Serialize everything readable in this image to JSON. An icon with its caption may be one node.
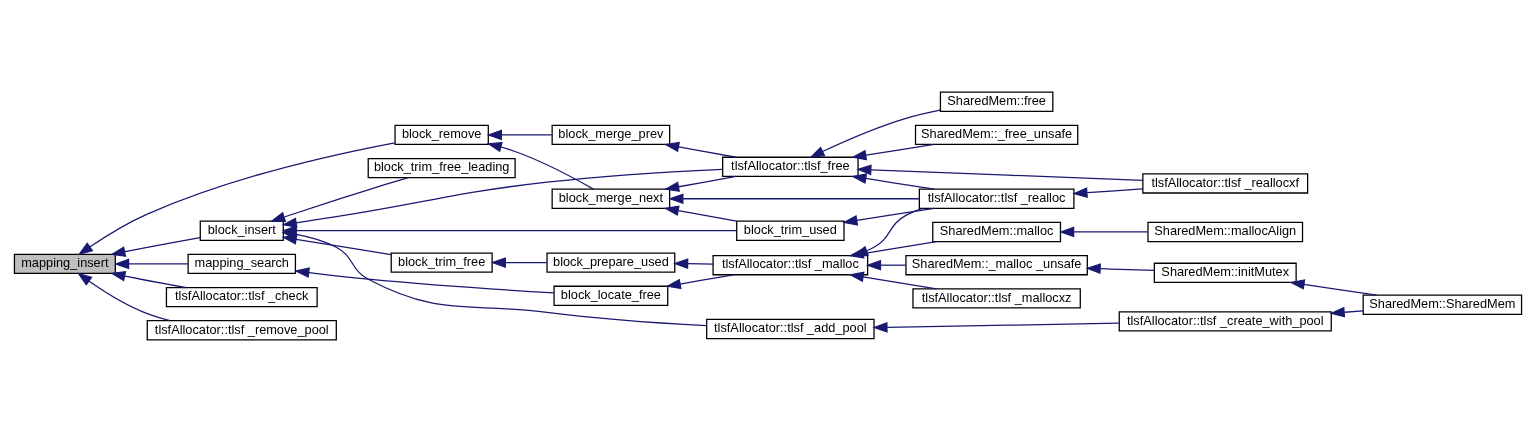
{
  "diagram": {
    "nodes": [
      {
        "text": [
          "mapping_insert"
        ]
      },
      {
        "text": [
          "block_remove"
        ]
      },
      {
        "text": [
          "block_insert"
        ]
      },
      {
        "text": [
          "mapping_search"
        ]
      },
      {
        "text": [
          "tlsfAllocator::tlsf _check"
        ]
      },
      {
        "text": [
          "tlsfAllocator::tlsf _remove_pool"
        ]
      },
      {
        "text": [
          "block_merge_prev"
        ]
      },
      {
        "text": [
          "block_merge_next"
        ]
      },
      {
        "text": [
          "tlsfAllocator::tlsf_free"
        ]
      },
      {
        "text": [
          "block_trim_used"
        ]
      },
      {
        "text": [
          "tlsfAllocator::tlsf _add_pool"
        ]
      },
      {
        "text": [
          "block_trim_free_leading"
        ]
      },
      {
        "text": [
          "block_trim_free"
        ]
      },
      {
        "text": [
          "block_locate_free"
        ]
      },
      {
        "text": [
          "SharedMem::free"
        ]
      },
      {
        "text": [
          "SharedMem::_free_unsafe"
        ]
      },
      {
        "text": [
          "tlsfAllocator::tlsf _realloc"
        ]
      },
      {
        "text": [
          "tlsfAllocator::tlsf _create_with_pool"
        ]
      },
      {
        "text": [
          "block_prepare_used"
        ]
      },
      {
        "text": [
          "tlsfAllocator::tlsf _malloc"
        ]
      },
      {
        "text": [
          "tlsfAllocator::tlsf _reallocxf"
        ]
      },
      {
        "text": [
          "tlsfAllocator::tlsf _mallocxz"
        ]
      },
      {
        "text": [
          "SharedMem::malloc"
        ]
      },
      {
        "text": [
          "SharedMem::_malloc _unsafe"
        ]
      },
      {
        "text": [
          "SharedMem::mallocAlign"
        ]
      },
      {
        "text": [
          "SharedMem::initMutex"
        ]
      },
      {
        "text": [
          "SharedMem::SharedMem"
        ]
      }
    ],
    "edges": [
      {
        "from": 1,
        "to": 0,
        "arrow": "to"
      },
      {
        "from": 2,
        "to": 0,
        "arrow": "to"
      },
      {
        "from": 3,
        "to": 0,
        "arrow": "to"
      },
      {
        "from": 4,
        "to": 0,
        "arrow": "to"
      },
      {
        "from": 5,
        "to": 0,
        "arrow": "to"
      },
      {
        "from": 6,
        "to": 1,
        "arrow": "to"
      },
      {
        "from": 7,
        "to": 1,
        "arrow": "to"
      },
      {
        "from": 8,
        "to": 2,
        "arrow": "to"
      },
      {
        "from": 9,
        "to": 2,
        "arrow": "to"
      },
      {
        "from": 10,
        "to": 2,
        "arrow": "to"
      },
      {
        "from": 11,
        "to": 2,
        "arrow": "to"
      },
      {
        "from": 12,
        "to": 2,
        "arrow": "to"
      },
      {
        "from": 13,
        "to": 3,
        "arrow": "to"
      },
      {
        "from": 8,
        "to": 6,
        "arrow": "to"
      },
      {
        "from": 8,
        "to": 7,
        "arrow": "to"
      },
      {
        "from": 16,
        "to": 7,
        "arrow": "to"
      },
      {
        "from": 9,
        "to": 7,
        "arrow": "to"
      },
      {
        "from": 14,
        "to": 8,
        "arrow": "to"
      },
      {
        "from": 15,
        "to": 8,
        "arrow": "to"
      },
      {
        "from": 16,
        "to": 8,
        "arrow": "to"
      },
      {
        "from": 20,
        "to": 8,
        "arrow": "to"
      },
      {
        "from": 16,
        "to": 9,
        "arrow": "to"
      },
      {
        "from": 17,
        "to": 10,
        "arrow": "to"
      },
      {
        "from": 18,
        "to": 12,
        "arrow": "to"
      },
      {
        "from": 19,
        "to": 18,
        "arrow": "to"
      },
      {
        "from": 19,
        "to": 13,
        "arrow": "to"
      },
      {
        "from": 20,
        "to": 16,
        "arrow": "to"
      },
      {
        "from": 16,
        "to": 19,
        "arrow": "to"
      },
      {
        "from": 26,
        "to": 17,
        "arrow": "to"
      },
      {
        "from": 21,
        "to": 19,
        "arrow": "to"
      },
      {
        "from": 22,
        "to": 19,
        "arrow": "to"
      },
      {
        "from": 23,
        "to": 19,
        "arrow": "to"
      },
      {
        "from": 24,
        "to": 22,
        "arrow": "to"
      },
      {
        "from": 25,
        "to": 23,
        "arrow": "to"
      },
      {
        "from": 26,
        "to": 25,
        "arrow": "to"
      }
    ]
  }
}
